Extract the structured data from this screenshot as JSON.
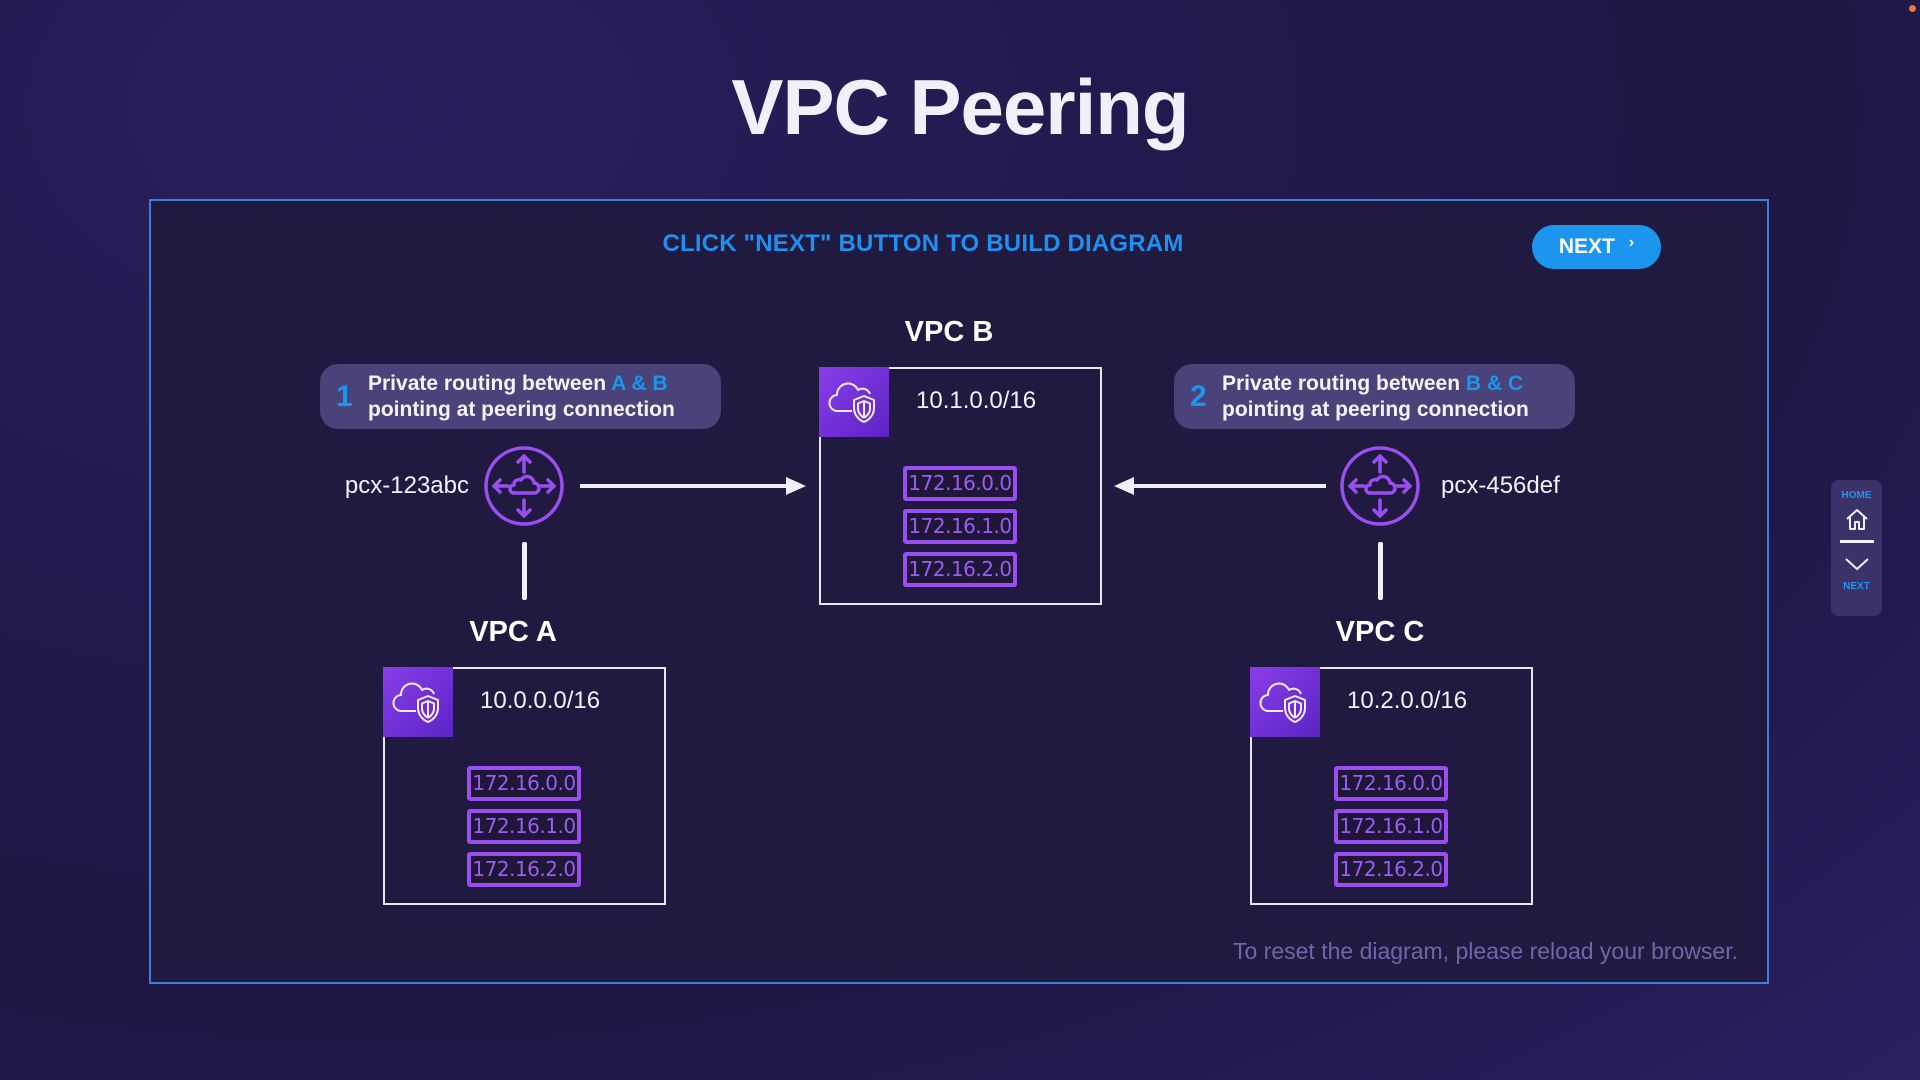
{
  "page": {
    "title": "VPC Peering"
  },
  "panel": {
    "instruction": "CLICK \"NEXT\" BUTTON TO BUILD DIAGRAM",
    "next_button_label": "NEXT",
    "next_button_icon": "chevron-right-icon",
    "reset_note": "To reset the diagram, please reload your browser."
  },
  "colors": {
    "accent_blue": "#1c95ee",
    "panel_border": "#3d7fd6",
    "purple": "#9a4ef0",
    "callout_bg": "#4a437a",
    "background": "#221a4e"
  },
  "callouts": [
    {
      "number": "1",
      "line1_prefix": "Private routing between ",
      "line1_highlight": "A & B",
      "line2": "pointing at peering connection"
    },
    {
      "number": "2",
      "line1_prefix": "Private routing between ",
      "line1_highlight": "B & C",
      "line2": "pointing at peering connection"
    }
  ],
  "peering_connections": [
    {
      "id": "pcx-123abc",
      "connects": "VPC A to VPC B",
      "icon": "peering-router-icon"
    },
    {
      "id": "pcx-456def",
      "connects": "VPC C to VPC B",
      "icon": "peering-router-icon"
    }
  ],
  "vpcs": {
    "a": {
      "label": "VPC A",
      "cidr": "10.0.0.0/16",
      "icon": "vpc-cloud-shield-icon",
      "subnets": [
        "172.16.0.0",
        "172.16.1.0",
        "172.16.2.0"
      ]
    },
    "b": {
      "label": "VPC B",
      "cidr": "10.1.0.0/16",
      "icon": "vpc-cloud-shield-icon",
      "subnets": [
        "172.16.0.0",
        "172.16.1.0",
        "172.16.2.0"
      ]
    },
    "c": {
      "label": "VPC C",
      "cidr": "10.2.0.0/16",
      "icon": "vpc-cloud-shield-icon",
      "subnets": [
        "172.16.0.0",
        "172.16.1.0",
        "172.16.2.0"
      ]
    }
  },
  "side_nav": {
    "home_label": "HOME",
    "next_label": "NEXT"
  }
}
